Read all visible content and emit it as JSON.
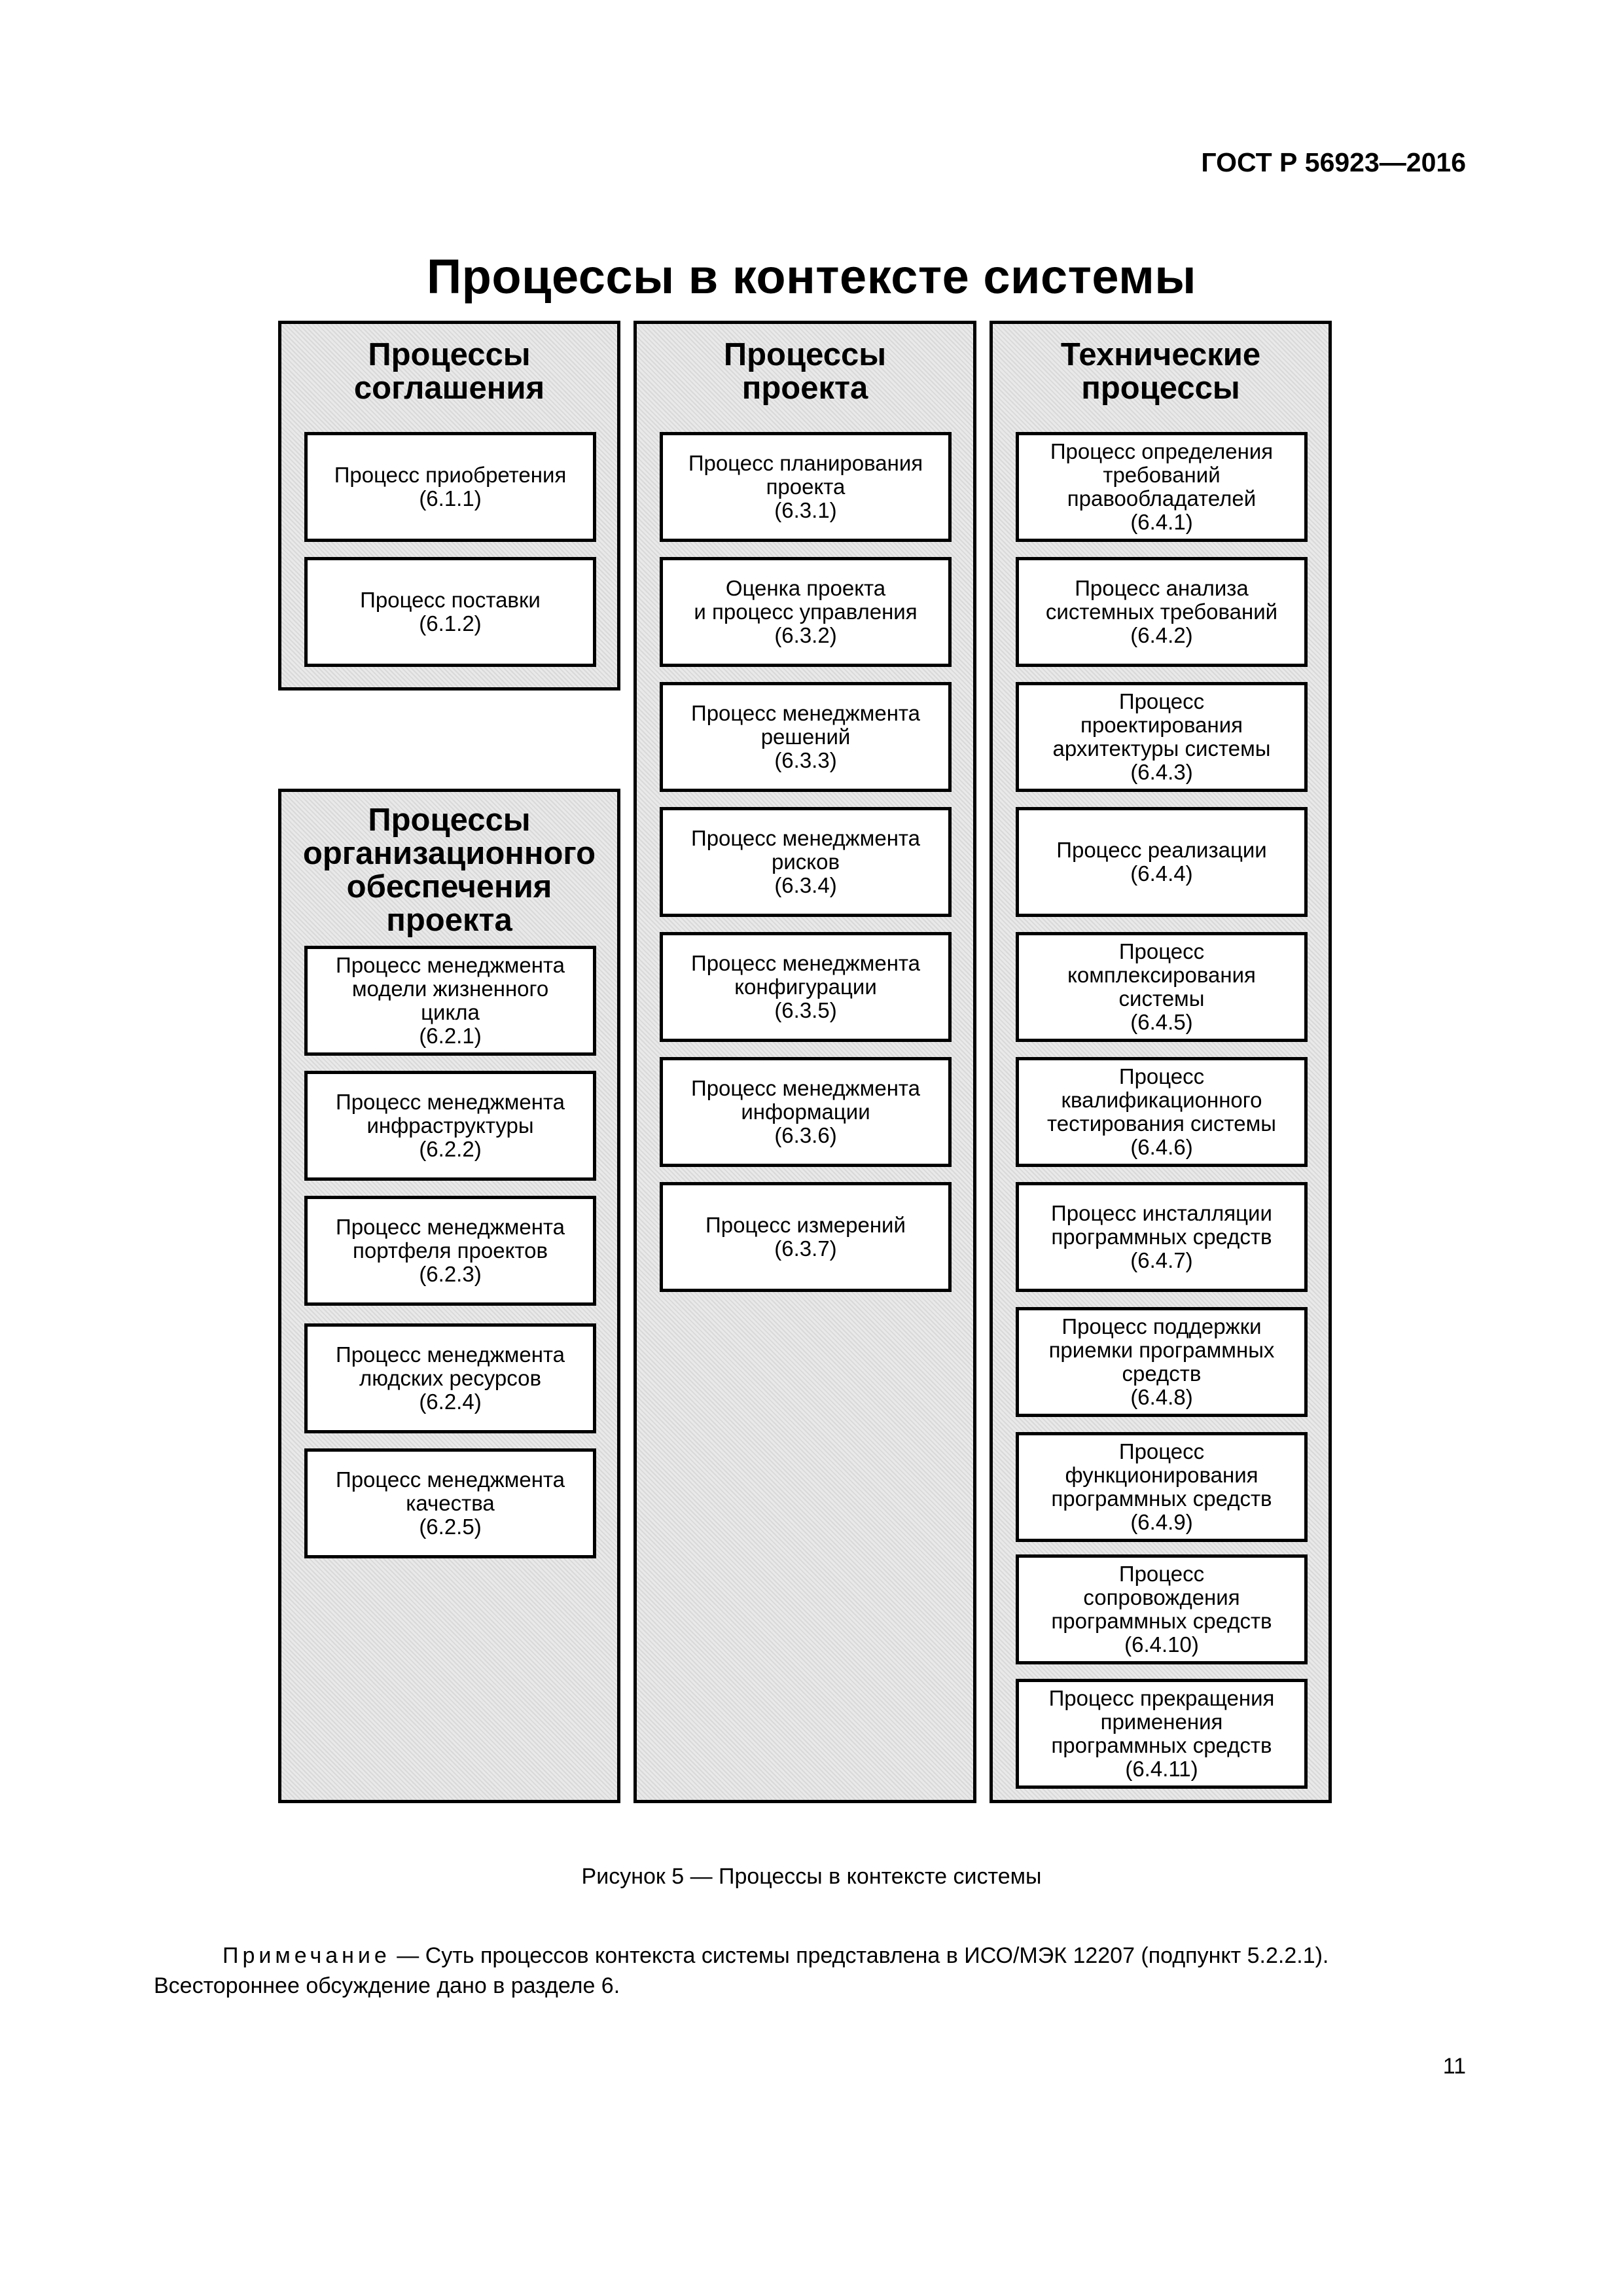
{
  "header": {
    "standard": "ГОСТ Р 56923—2016"
  },
  "figure": {
    "title": "Процессы в контексте системы",
    "groups": [
      {
        "title": "Процессы\nсоглашения",
        "items": [
          {
            "label": "Процесс приобретения\n(6.1.1)"
          },
          {
            "label": "Процесс поставки\n(6.1.2)"
          }
        ]
      },
      {
        "title": "Процессы\nорганизационного\nобеспечения\nпроекта",
        "items": [
          {
            "label": "Процесс менеджмента\nмодели жизненного\nцикла\n(6.2.1)"
          },
          {
            "label": "Процесс менеджмента\nинфраструктуры\n(6.2.2)"
          },
          {
            "label": "Процесс менеджмента\nпортфеля проектов\n(6.2.3)"
          },
          {
            "label": "Процесс менеджмента\nлюдских ресурсов\n(6.2.4)"
          },
          {
            "label": "Процесс менеджмента\nкачества\n(6.2.5)"
          }
        ]
      },
      {
        "title": "Процессы\nпроекта",
        "items": [
          {
            "label": "Процесс планирования\nпроекта\n(6.3.1)"
          },
          {
            "label": "Оценка проекта\nи процесс управления\n(6.3.2)"
          },
          {
            "label": "Процесс менеджмента\nрешений\n(6.3.3)"
          },
          {
            "label": "Процесс менеджмента\nрисков\n(6.3.4)"
          },
          {
            "label": "Процесс менеджмента\nконфигурации\n(6.3.5)"
          },
          {
            "label": "Процесс менеджмента\nинформации\n(6.3.6)"
          },
          {
            "label": "Процесс измерений\n(6.3.7)"
          }
        ]
      },
      {
        "title": "Технические\nпроцессы",
        "items": [
          {
            "label": "Процесс определения\nтребований\nправообладателей\n(6.4.1)"
          },
          {
            "label": "Процесс анализа\nсистемных требований\n(6.4.2)"
          },
          {
            "label": "Процесс\nпроектирования\nархитектуры системы\n(6.4.3)"
          },
          {
            "label": "Процесс реализации\n(6.4.4)"
          },
          {
            "label": "Процесс\nкомплексирования\nсистемы\n(6.4.5)"
          },
          {
            "label": "Процесс\nквалификационного\nтестирования системы\n(6.4.6)"
          },
          {
            "label": "Процесс инсталляции\nпрограммных средств\n(6.4.7)"
          },
          {
            "label": "Процесс поддержки\nприемки программных\nсредств\n(6.4.8)"
          },
          {
            "label": "Процесс\nфункционирования\nпрограммных средств\n(6.4.9)"
          },
          {
            "label": "Процесс\nсопровождения\nпрограммных средств\n(6.4.10)"
          },
          {
            "label": "Процесс прекращения\nприменения\nпрограммных средств\n(6.4.11)"
          }
        ]
      }
    ],
    "caption": "Рисунок 5 — Процессы в контексте системы"
  },
  "note": {
    "prefix": "Примечание",
    "text": " — Суть процессов контекста системы представлена в ИСО/МЭК 12207 (подпункт 5.2.2.1). Всестороннее обсуждение дано в разделе 6."
  },
  "page_number": "11"
}
